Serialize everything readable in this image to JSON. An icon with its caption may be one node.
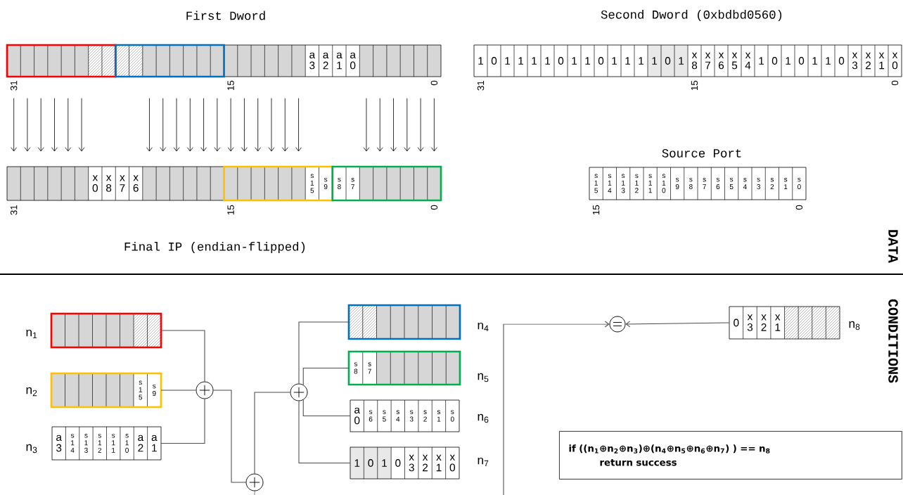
{
  "diagram": {
    "nodes": [
      {
        "text": [
          "First Dword",
          "a 3",
          "a 2",
          "a 1",
          "a 0"
        ],
        "beside": [
          "31",
          "15",
          "0"
        ]
      },
      {
        "text": [
          "Second Dword (0xbdbd0560)",
          "1",
          "0",
          "1",
          "1",
          "1",
          "1",
          "0",
          "1",
          "1",
          "0",
          "1",
          "1",
          "1",
          "1",
          "0",
          "1",
          "x 8",
          "x 7",
          "x 6",
          "x 5",
          "x 4",
          "1",
          "0",
          "1",
          "0",
          "1",
          "1",
          "0",
          "x 3",
          "x 2",
          "x 1",
          "x 0"
        ],
        "beside": [
          "31",
          "15",
          "0"
        ]
      },
      {
        "text": [
          "Final IP (endian-flipped)",
          "x 0",
          "x 8",
          "x 7",
          "x 6",
          "s 1 5",
          "s 9",
          "s 8",
          "s 7"
        ],
        "beside": [
          "31",
          "15",
          "0"
        ]
      },
      {
        "text": [
          "Source Port",
          "s 1 5",
          "s 1 4",
          "s 1 3",
          "s 1 2",
          "s 1 1",
          "s 1 0",
          "s 9",
          "s 8",
          "s 7",
          "s 6",
          "s 5",
          "s 4",
          "s 3",
          "s 2",
          "s 1",
          "s 0"
        ],
        "beside": [
          "15",
          "0"
        ]
      },
      {
        "text": [],
        "shape": "box",
        "beside": [
          "n$_{1}$"
        ]
      },
      {
        "text": [
          "s 1 5",
          "s 9"
        ],
        "beside": [
          "n$_{2}$"
        ]
      },
      {
        "text": [
          "a 3",
          "s 1 4",
          "s 1 3",
          "s 1 2",
          "s 1 1",
          "s 1 0",
          "a 2",
          "a 1"
        ],
        "beside": [
          "n$_{3}$"
        ]
      },
      {
        "text": [],
        "shape": "circle"
      },
      {
        "text": [],
        "shape": "circle"
      },
      {
        "text": [],
        "shape": "box",
        "beside": [
          "n$_{4}$"
        ]
      },
      {
        "text": [
          "s 8",
          "s 7"
        ],
        "beside": [
          "n$_{5}$"
        ]
      },
      {
        "text": [
          "a 0",
          "s 6",
          "s 5",
          "s 4",
          "s 3",
          "s 2",
          "s 1",
          "s 0"
        ],
        "beside": [
          "n$_{6}$"
        ]
      },
      {
        "text": [
          "1",
          "0",
          "1",
          "0",
          "x 3",
          "x 2",
          "x 1",
          "x 0"
        ],
        "beside": [
          "n$_{7}$"
        ]
      },
      {
        "text": [],
        "shape": "circle"
      },
      {
        "text": [],
        "shape": "circle"
      },
      {
        "text": [
          "0",
          "x 3",
          "x 2",
          "x 1"
        ],
        "beside": [
          "n$_{8}$"
        ]
      },
      {
        "text": [
          "if ((n$_{1}$⊕n$_{2}$⊕n$_{3}$)⊕(n$_{4}$⊕n$_{5}$⊕n$_{6}$⊕n$_{7}$) ) == n$_{8}$",
          "return success"
        ]
      }
    ],
    "edges": [
      {
        "from": 0,
        "to": 2,
        "arrow": "to"
      },
      {
        "from": 0,
        "to": 2,
        "arrow": "to"
      },
      {
        "from": 0,
        "to": 2,
        "arrow": "to"
      },
      {
        "from": 0,
        "to": 2,
        "arrow": "to"
      },
      {
        "from": 0,
        "to": 2,
        "arrow": "to"
      },
      {
        "from": 0,
        "to": 2,
        "arrow": "to"
      },
      {
        "from": 0,
        "to": 2,
        "arrow": "to"
      },
      {
        "from": 0,
        "to": 2,
        "arrow": "to"
      },
      {
        "from": 0,
        "to": 2,
        "arrow": "to"
      },
      {
        "from": 0,
        "to": 2,
        "arrow": "to"
      },
      {
        "from": 0,
        "to": 2,
        "arrow": "to"
      },
      {
        "from": 0,
        "to": 2,
        "arrow": "to"
      },
      {
        "from": 0,
        "to": 2,
        "arrow": "to"
      },
      {
        "from": 0,
        "to": 2,
        "arrow": "to"
      },
      {
        "from": 0,
        "to": 2,
        "arrow": "to"
      },
      {
        "from": 0,
        "to": 2,
        "arrow": "to"
      },
      {
        "from": 0,
        "to": 2,
        "arrow": "to"
      },
      {
        "from": 0,
        "to": 2,
        "arrow": "to"
      },
      {
        "from": 0,
        "to": 2,
        "arrow": "to"
      },
      {
        "from": 0,
        "to": 2,
        "arrow": "to"
      },
      {
        "from": 0,
        "to": 2,
        "arrow": "to"
      },
      {
        "from": 0,
        "to": 2,
        "arrow": "to"
      },
      {
        "from": 0,
        "to": 2,
        "arrow": "to"
      },
      {
        "from": 0,
        "to": 2,
        "arrow": "to"
      },
      {
        "from": 4,
        "to": 7,
        "arrow": "none"
      },
      {
        "from": 5,
        "to": 7,
        "arrow": "none"
      },
      {
        "from": 6,
        "to": 7,
        "arrow": "none"
      },
      {
        "from": 7,
        "to": 13,
        "arrow": "none"
      },
      {
        "from": 9,
        "to": 8,
        "arrow": "none"
      },
      {
        "from": 10,
        "to": 8,
        "arrow": "none"
      },
      {
        "from": 11,
        "to": 8,
        "arrow": "none"
      },
      {
        "from": 12,
        "to": 8,
        "arrow": "none"
      },
      {
        "from": 8,
        "to": 13,
        "arrow": "none"
      },
      {
        "from": 13,
        "to": null,
        "arrow": "none"
      },
      {
        "from": null,
        "to": 14,
        "arrow": "to"
      },
      {
        "from": 15,
        "to": 14,
        "arrow": "to"
      }
    ],
    "labels": [
      "DATA",
      "CONDITIONS"
    ]
  }
}
